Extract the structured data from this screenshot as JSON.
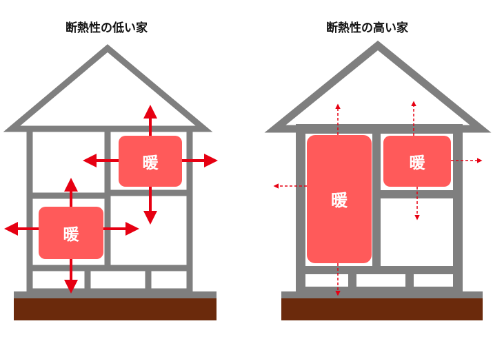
{
  "left_house": {
    "title": "断熱性の低い家",
    "warm_label": "暖"
  },
  "right_house": {
    "title": "断熱性の高い家",
    "warm_label": "暖"
  },
  "colors": {
    "frame": "#7f7f7f",
    "ground": "#6b2a0c",
    "ground_top": "#7f7f7f",
    "warm_box": "#ff5a5a",
    "arrow": "#e60012"
  }
}
